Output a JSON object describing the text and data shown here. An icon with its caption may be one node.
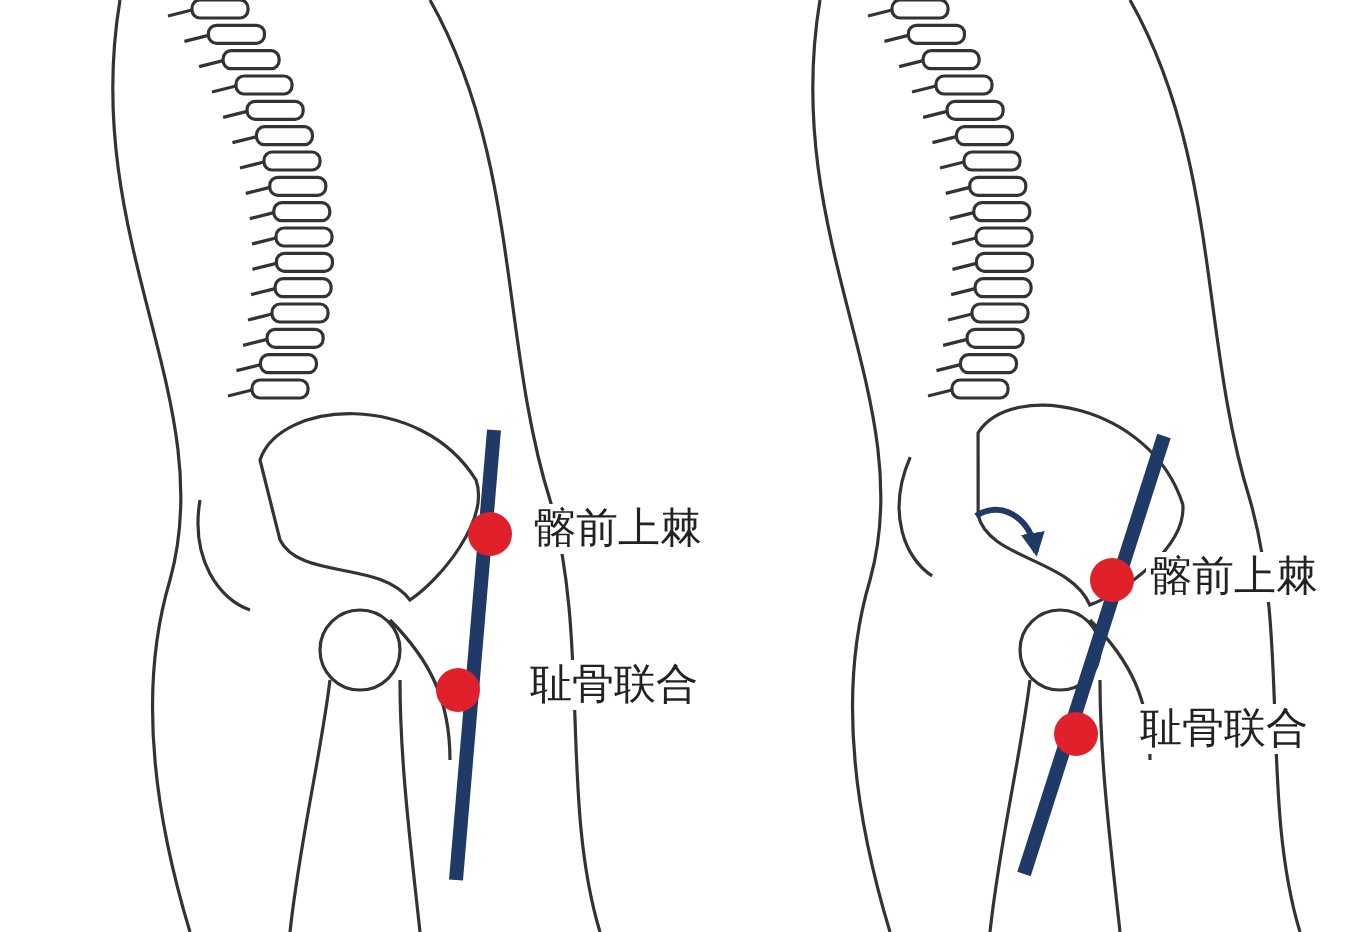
{
  "diagram": {
    "labels": [
      "髂前上棘",
      "耻骨联合",
      "髂前上棘",
      "耻骨联合"
    ]
  }
}
